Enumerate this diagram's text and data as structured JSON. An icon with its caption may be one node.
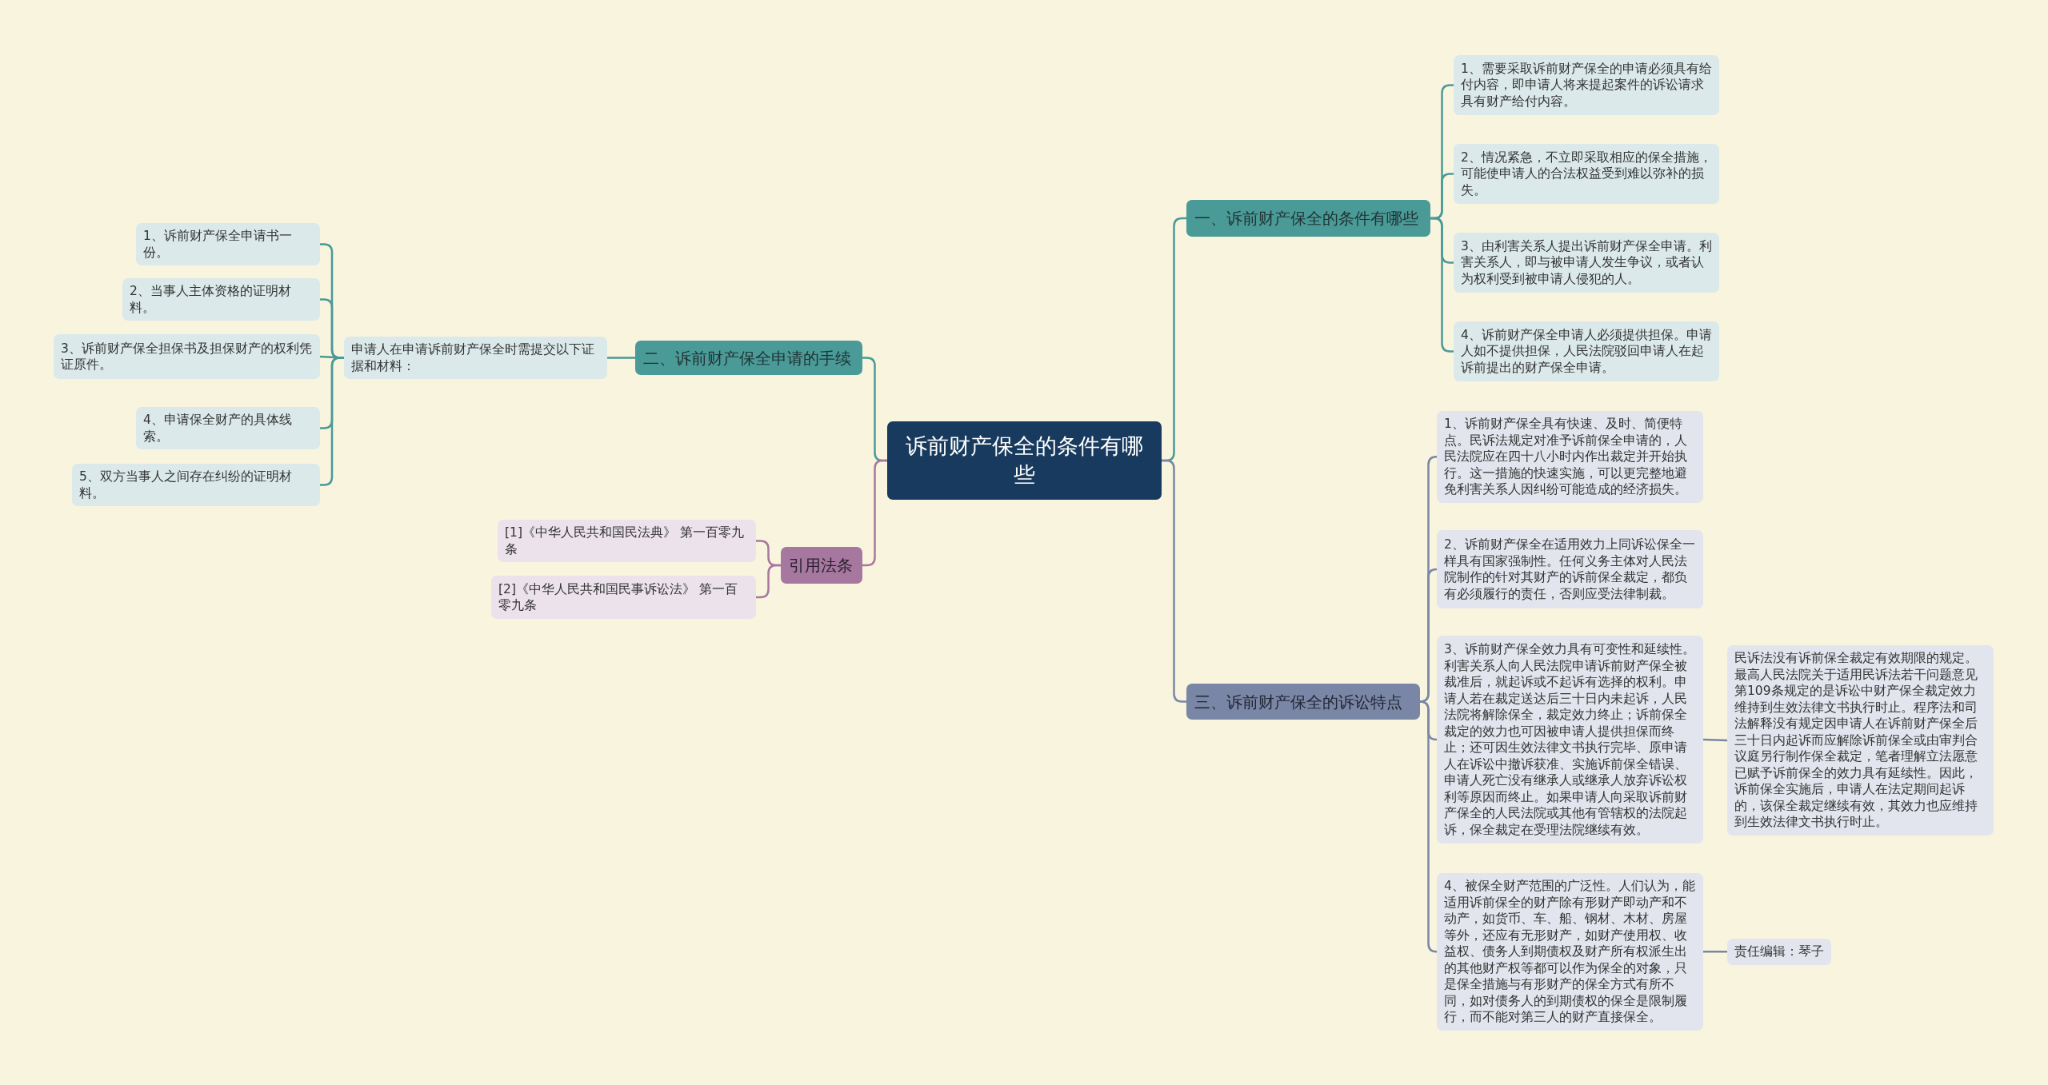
{
  "diagram": {
    "nodes": [
      {
        "text": [
          "诉前财产保全的条件有哪些"
        ]
      },
      {
        "text": [
          "一、诉前财产保全的条件有哪些"
        ]
      },
      {
        "text": [
          "1、需要采取诉前财产保全的申请必须具有给付内容，即申请人将来提起案件的诉讼请求具有财产给付内容。"
        ]
      },
      {
        "text": [
          "2、情况紧急，不立即采取相应的保全措施，可能使申请人的合法权益受到难以弥补的损失。"
        ]
      },
      {
        "text": [
          "3、由利害关系人提出诉前财产保全申请。利害关系人，即与被申请人发生争议，或者认为权利受到被申请人侵犯的人。"
        ]
      },
      {
        "text": [
          "4、诉前财产保全申请人必须提供担保。申请人如不提供担保，人民法院驳回申请人在起诉前提出的财产保全申请。"
        ]
      },
      {
        "text": [
          "二、诉前财产保全申请的手续"
        ]
      },
      {
        "text": [
          "申请人在申请诉前财产保全时需提交以下证据和材料："
        ]
      },
      {
        "text": [
          "1、诉前财产保全申请书一份。"
        ]
      },
      {
        "text": [
          "2、当事人主体资格的证明材料。"
        ]
      },
      {
        "text": [
          "3、诉前财产保全担保书及担保财产的权利凭证原件。"
        ]
      },
      {
        "text": [
          "4、申请保全财产的具体线索。"
        ]
      },
      {
        "text": [
          "5、双方当事人之间存在纠纷的证明材料。"
        ]
      },
      {
        "text": [
          "引用法条"
        ]
      },
      {
        "text": [
          "[1]《中华人民共和国民法典》 第一百零九条"
        ]
      },
      {
        "text": [
          "[2]《中华人民共和国民事诉讼法》 第一百零九条"
        ]
      },
      {
        "text": [
          "三、诉前财产保全的诉讼特点"
        ]
      },
      {
        "text": [
          "1、诉前财产保全具有快速、及时、简便特点。民诉法规定对准予诉前保全申请的，人民法院应在四十八小时内作出裁定并开始执行。这一措施的快速实施，可以更完整地避免利害关系人因纠纷可能造成的经济损失。"
        ]
      },
      {
        "text": [
          "2、诉前财产保全在适用效力上同诉讼保全一样具有国家强制性。任何义务主体对人民法院制作的针对其财产的诉前保全裁定，都负有必须履行的责任，否则应受法律制裁。"
        ]
      },
      {
        "text": [
          "3、诉前财产保全效力具有可变性和延续性。利害关系人向人民法院申请诉前财产保全被裁准后，就起诉或不起诉有选择的权利。申请人若在裁定送达后三十日内未起诉，人民法院将解除保全，裁定效力终止；诉前保全裁定的效力也可因被申请人提供担保而终止；还可因生效法律文书执行完毕、原申请人在诉讼中撤诉获准、实施诉前保全错误、申请人死亡没有继承人或继承人放弃诉讼权利等原因而终止。如果申请人向采取诉前财产保全的人民法院或其他有管辖权的法院起诉，保全裁定在受理法院继续有效。"
        ]
      },
      {
        "text": [
          "4、被保全财产范围的广泛性。人们认为，能适用诉前保全的财产除有形财产即动产和不动产，如货币、车、船、钢材、木材、房屋等外，还应有无形财产，如财产使用权、收益权、债务人到期债权及财产所有权派生出的其他财产权等都可以作为保全的对象，只是保全措施与有形财产的保全方式有所不同，如对债务人的到期债权的保全是限制履行，而不能对第三人的财产直接保全。"
        ]
      },
      {
        "text": [
          "民诉法没有诉前保全裁定有效期限的规定。最高人民法院关于适用民诉法若干问题意见第109条规定的是诉讼中财产保全裁定效力维持到生效法律文书执行时止。程序法和司法解释没有规定因申请人在诉前财产保全后三十日内起诉而应解除诉前保全或由审判合议庭另行制作保全裁定，笔者理解立法愿意已赋予诉前保全的效力具有延续性。因此，诉前保全实施后，申请人在法定期间起诉的，该保全裁定继续有效，其效力也应维持到生效法律文书执行时止。"
        ]
      },
      {
        "text": [
          "责任编辑：琴子"
        ]
      }
    ],
    "edges": [
      {
        "from": 0,
        "to": 1,
        "arrow": "none"
      },
      {
        "from": 1,
        "to": 2,
        "arrow": "none"
      },
      {
        "from": 1,
        "to": 3,
        "arrow": "none"
      },
      {
        "from": 1,
        "to": 4,
        "arrow": "none"
      },
      {
        "from": 1,
        "to": 5,
        "arrow": "none"
      },
      {
        "from": 0,
        "to": 6,
        "arrow": "none"
      },
      {
        "from": 6,
        "to": 7,
        "arrow": "none"
      },
      {
        "from": 7,
        "to": 8,
        "arrow": "none"
      },
      {
        "from": 7,
        "to": 9,
        "arrow": "none"
      },
      {
        "from": 7,
        "to": 10,
        "arrow": "none"
      },
      {
        "from": 7,
        "to": 11,
        "arrow": "none"
      },
      {
        "from": 7,
        "to": 12,
        "arrow": "none"
      },
      {
        "from": 0,
        "to": 13,
        "arrow": "none",
        "color": "#a7789f"
      },
      {
        "from": 13,
        "to": 14,
        "arrow": "none",
        "color": "#a7789f"
      },
      {
        "from": 13,
        "to": 15,
        "arrow": "none",
        "color": "#a7789f"
      },
      {
        "from": 0,
        "to": 16,
        "arrow": "none",
        "color": "#7a86a5"
      },
      {
        "from": 16,
        "to": 17,
        "arrow": "none",
        "color": "#7a86a5"
      },
      {
        "from": 16,
        "to": 18,
        "arrow": "none",
        "color": "#7a86a5"
      },
      {
        "from": 16,
        "to": 19,
        "arrow": "none",
        "color": "#7a86a5"
      },
      {
        "from": 16,
        "to": 20,
        "arrow": "none",
        "color": "#7a86a5"
      },
      {
        "from": 19,
        "to": 21,
        "arrow": "none",
        "color": "#7a86a5"
      },
      {
        "from": 20,
        "to": 22,
        "arrow": "none",
        "color": "#7a86a5"
      }
    ]
  }
}
